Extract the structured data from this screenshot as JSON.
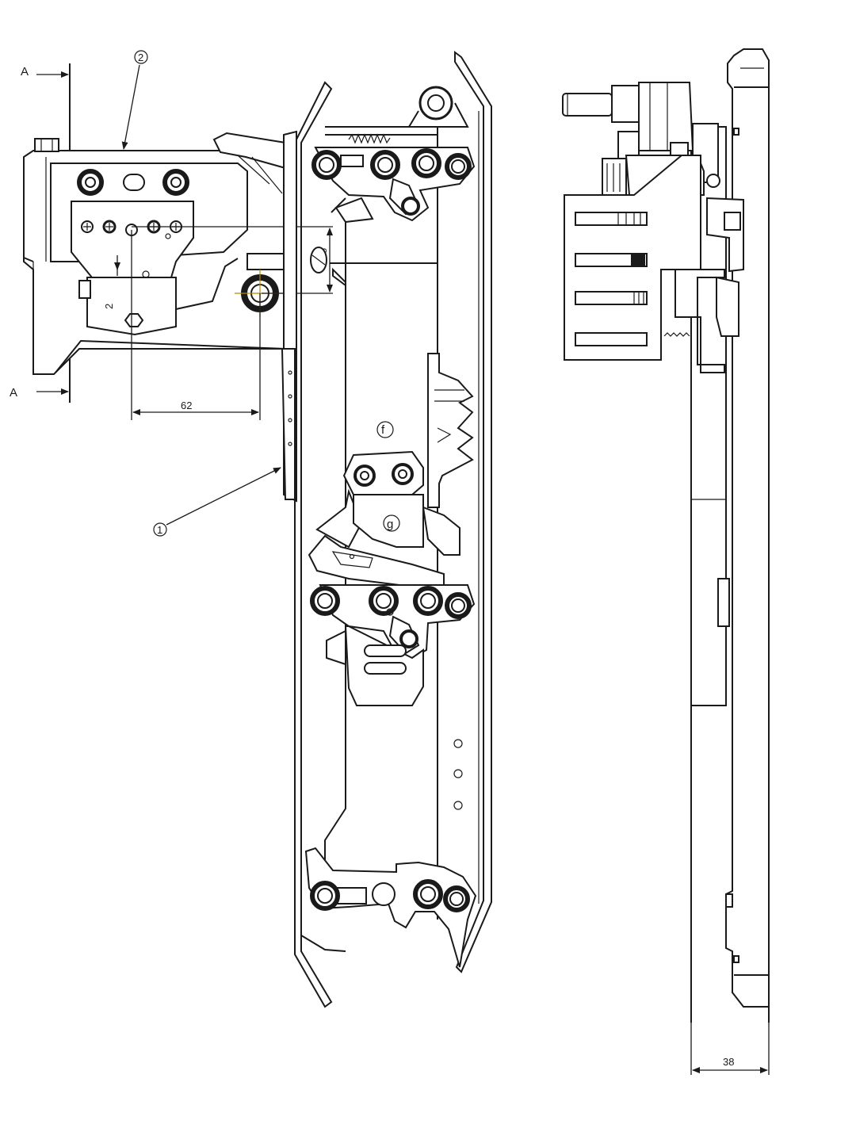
{
  "section_marker_top": "A",
  "section_marker_bottom": "A",
  "callout_1": "1",
  "callout_2": "2",
  "callout_f": "f",
  "callout_g": "g",
  "dim_62": "62",
  "dim_2": "2",
  "dim_38": "38",
  "dim_vertical_small": "8"
}
